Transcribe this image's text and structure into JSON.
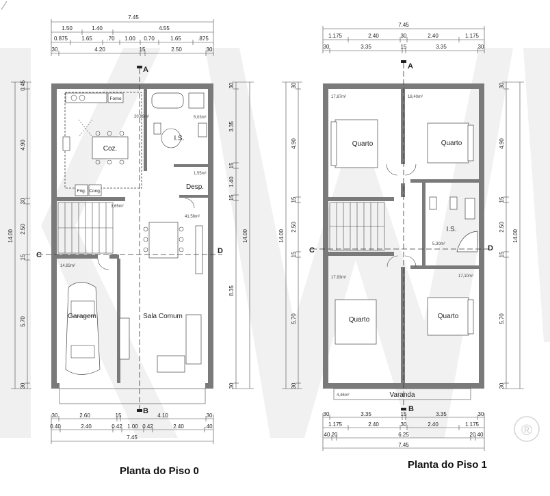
{
  "watermark": "KW",
  "registered_mark": "®",
  "plan0": {
    "title": "Planta do Piso 0",
    "rooms": {
      "kitchen": "Coz.",
      "bathroom": "I.S.",
      "storage": "Desp.",
      "garage": "Garagem",
      "living": "Sala Comum",
      "oven": "Forno",
      "fridge": "Frig.",
      "freezer": "Cong."
    },
    "areas": [
      "20,69m²",
      "5,03m²",
      "1,55m²",
      "41,58m²",
      "14,82m²",
      "3,65m²"
    ],
    "top_dims": {
      "row1": [
        "7.45"
      ],
      "row2": [
        "1.50",
        "1.40",
        "4.55"
      ],
      "row3": [
        "0.875",
        "1.65",
        ".70",
        "1.00",
        "0.70",
        "1.65",
        ".875"
      ],
      "row4": [
        "30",
        "4.20",
        "15",
        "2.50",
        "30"
      ]
    },
    "bottom_dims": {
      "row1": [
        "30",
        "2.60",
        "15",
        "4.10",
        "30"
      ],
      "row2": [
        "0.40",
        "2.40",
        "0.42",
        "1.00",
        "0.42",
        "2.40",
        ".40"
      ],
      "row3": [
        "7.45"
      ]
    },
    "left_dims": [
      "0.45",
      "4.90",
      "30",
      "2.50",
      "14.00",
      "15",
      "5.70",
      "30"
    ],
    "right_dims": [
      "30",
      "3.35",
      "15",
      "1.40",
      "15",
      "14.00",
      "8.35",
      "30"
    ],
    "sections": {
      "a": "A",
      "b": "B",
      "c": "C",
      "d": "D"
    }
  },
  "plan1": {
    "title": "Planta do Piso 1",
    "rooms": {
      "q1": "Quarto",
      "q2": "Quarto",
      "q3": "Quarto",
      "q4": "Quarto",
      "bathroom": "I.S.",
      "balcony": "Varanda"
    },
    "areas": [
      "17,87m²",
      "18,40m²",
      "5,30m²",
      "17,93m²",
      "17,10m²",
      "4,46m²"
    ],
    "top_dims": {
      "row1": [
        "7.45"
      ],
      "row2": [
        "1.175",
        "2.40",
        "30",
        "2.40",
        "1.175"
      ],
      "row3": [
        "30",
        "3.35",
        "15",
        "3.35",
        "30"
      ]
    },
    "bottom_dims": {
      "row1": [
        "30",
        "3.35",
        "15",
        "3.35",
        "30"
      ],
      "row2": [
        "1.175",
        "2.40",
        "30",
        "2.40",
        "1.175"
      ],
      "row3": [
        "40",
        "20",
        "6.25",
        "20",
        "40"
      ],
      "row4": [
        "7.45"
      ]
    },
    "left_dims": [
      "30",
      "4.90",
      "15",
      "2.50",
      "14.00",
      "15",
      "5.70",
      "30"
    ],
    "right_dims": [
      "30",
      "4.90",
      "15",
      "2.50",
      "14.00",
      "15",
      "5.70",
      "30"
    ],
    "sections": {
      "a": "A",
      "b": "B",
      "c": "C",
      "d": "D"
    }
  }
}
